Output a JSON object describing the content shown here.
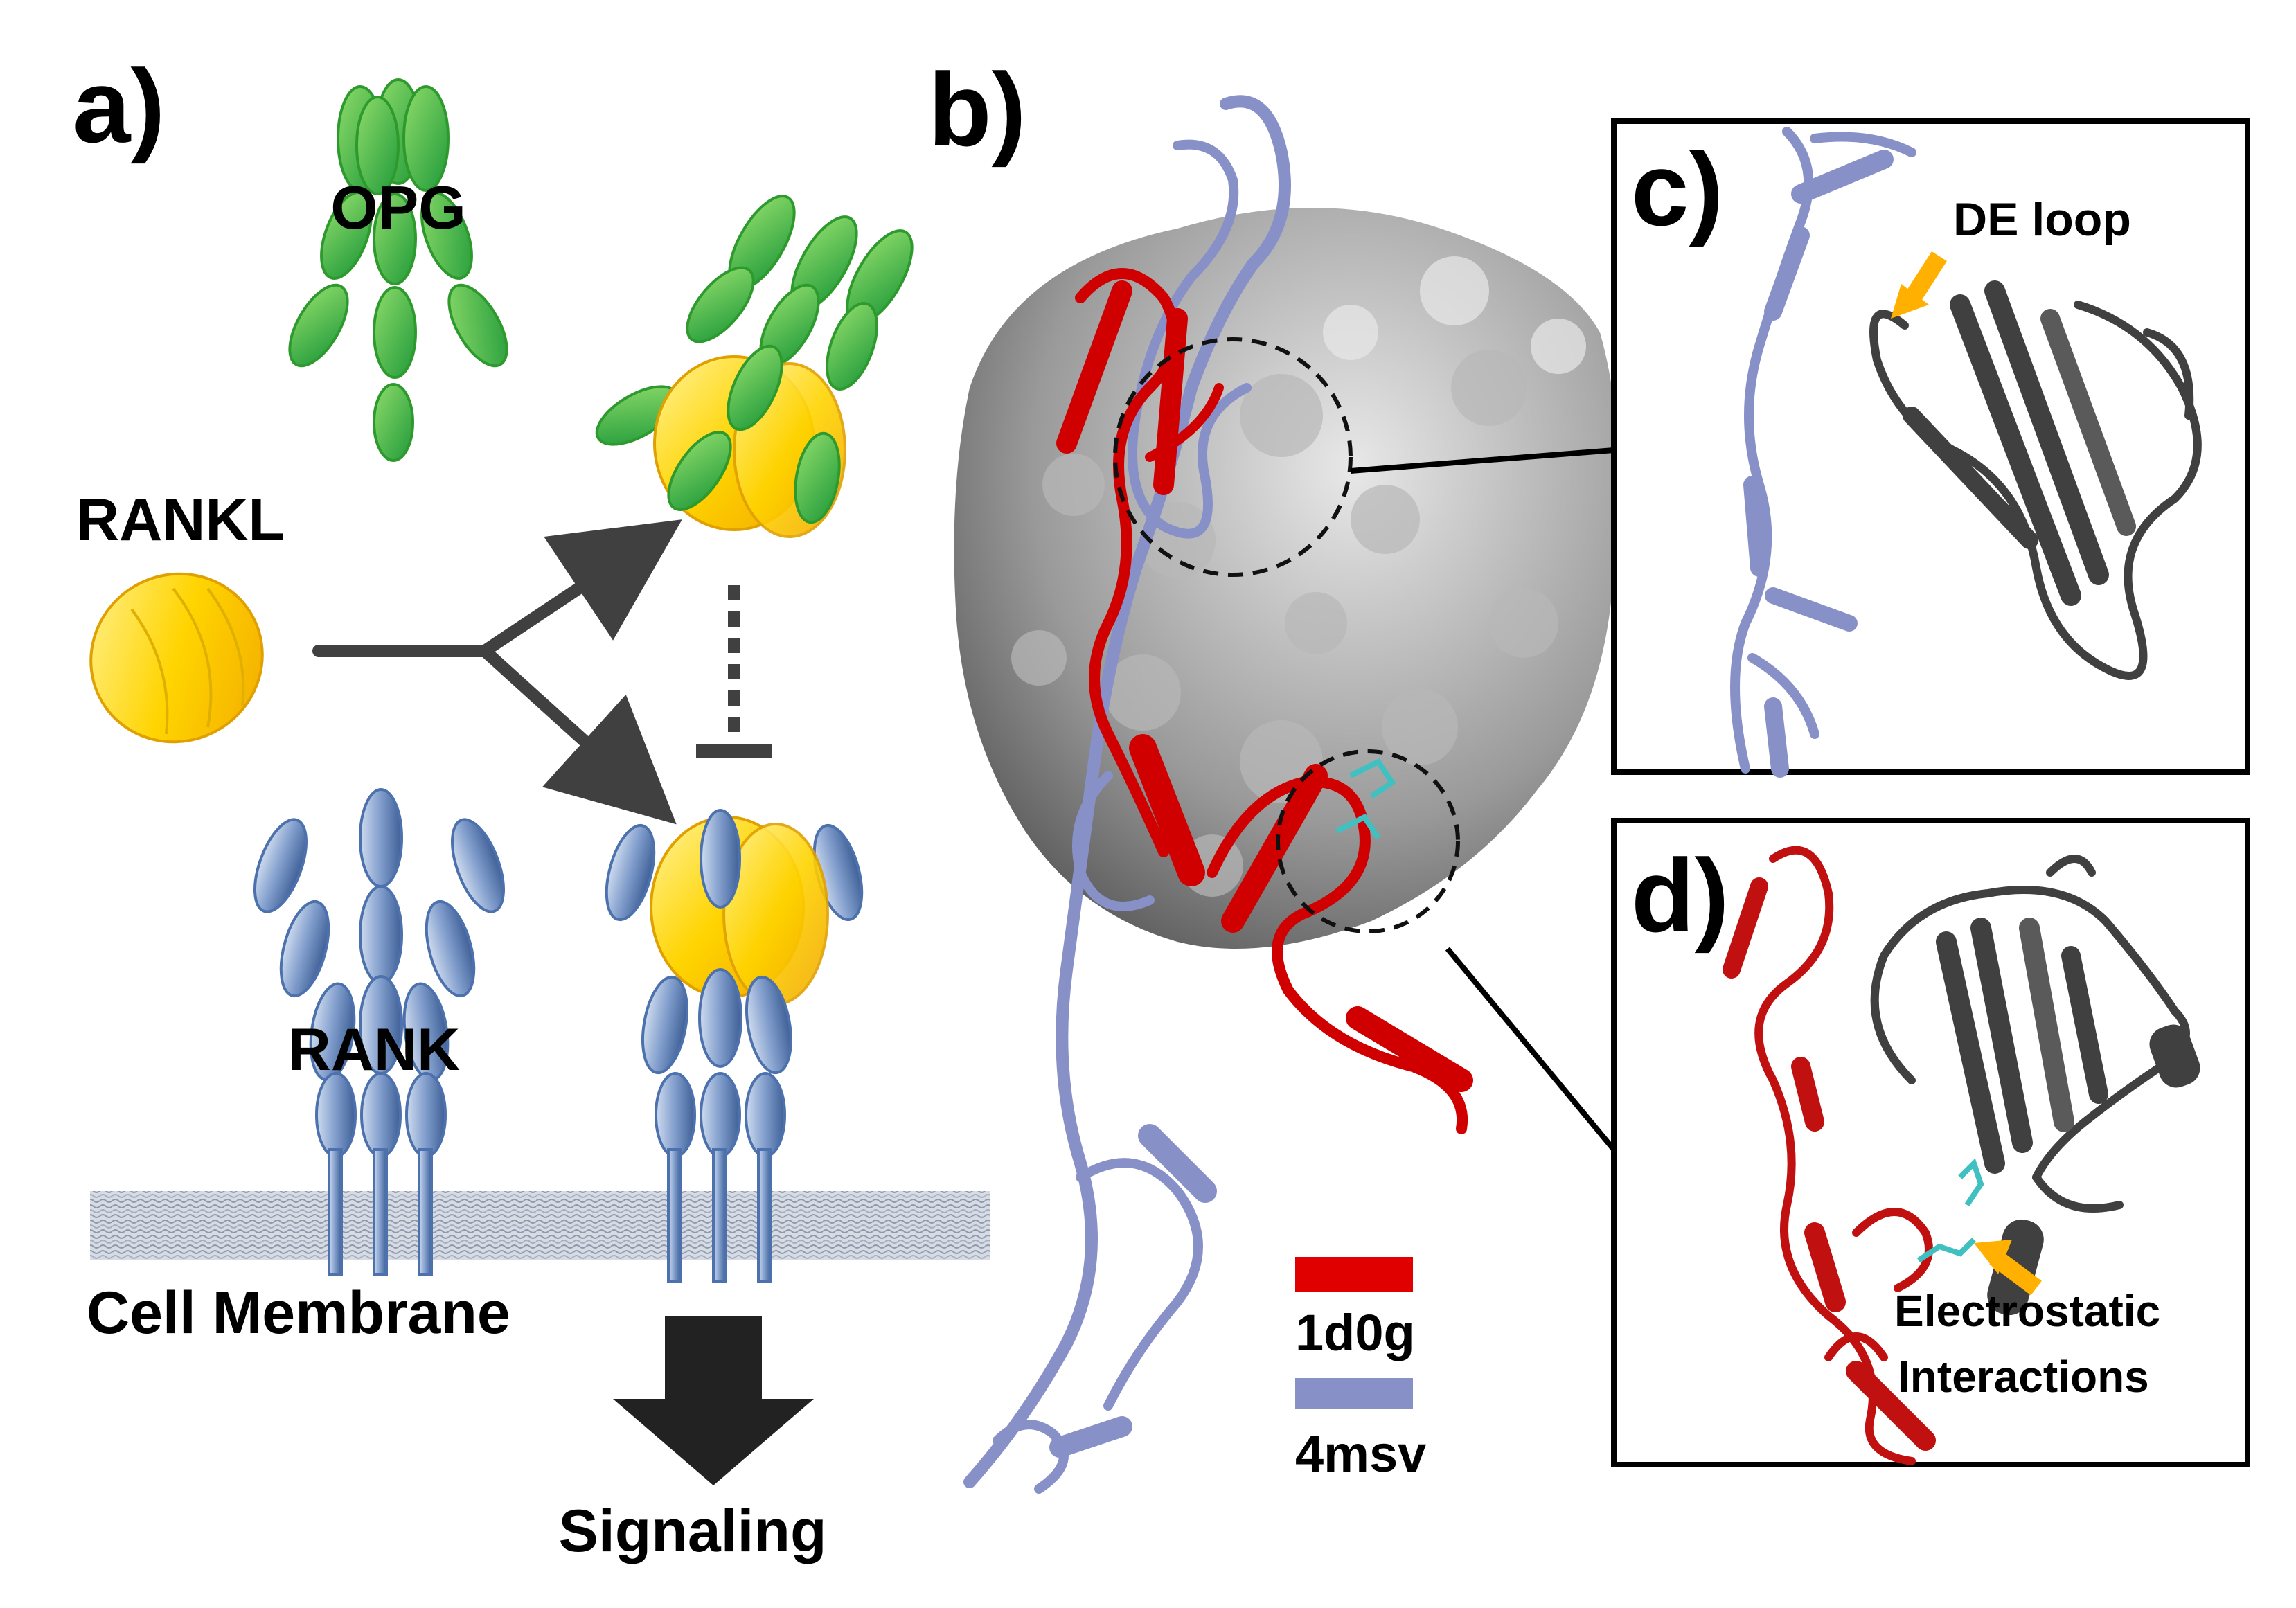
{
  "panel_labels": {
    "a": "a)",
    "b": "b)",
    "c": "c)",
    "d": "d)"
  },
  "panel_a": {
    "opg": "OPG",
    "rankl": "RANKL",
    "rank": "RANK",
    "membrane": "Cell Membrane",
    "signaling": "Signaling"
  },
  "panel_b": {
    "legend": [
      {
        "label": "1d0g",
        "color": "#e00000"
      },
      {
        "label": "4msv",
        "color": "#8890c8"
      }
    ]
  },
  "panel_c": {
    "annotation": "DE loop"
  },
  "panel_d": {
    "annotation_line1": "Electrostatic",
    "annotation_line2": "Interactions"
  },
  "colors": {
    "opg_green": "#3aaa3a",
    "rankl_yellow": "#ffd000",
    "rank_blue": "#6f8fc0",
    "surface_gray": "#9a9a9a",
    "ribbon_red": "#d00000",
    "ribbon_lavender": "#8890c8",
    "dark_gray": "#404040",
    "arrow_orange": "#ffb000"
  }
}
